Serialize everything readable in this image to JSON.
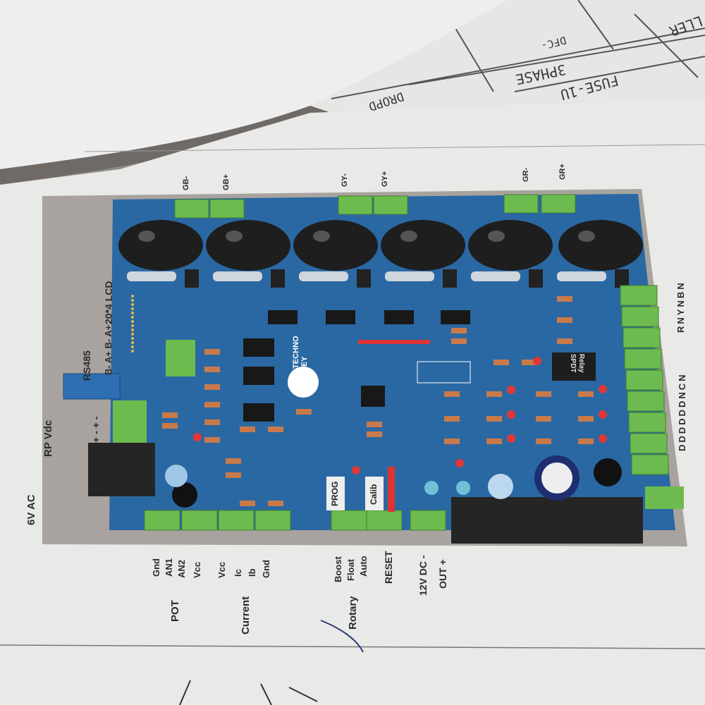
{
  "background_paper": {
    "labels": [
      "3PHASE",
      "FUSE-1U",
      "DROPD",
      "LLER",
      "DFC-"
    ]
  },
  "board": {
    "brand": "THE TECHNO VALLEY",
    "prog_label": "PROG",
    "calib_label": "Calib",
    "relay_label": "Relay SPDT",
    "colors": {
      "pcb": "#2a68a3",
      "frame": "#a8a39e",
      "terminal": "#6dbb4f",
      "inductor": "#1e1e1e"
    }
  },
  "top_labels": [
    "GB-",
    "GB+",
    "GY-",
    "GY+",
    "GR-",
    "GR+"
  ],
  "left_labels": {
    "ac": "6V AC",
    "rp_vdc": "RP  Vdc",
    "polarity": "+ - + -",
    "rs485": "RS485",
    "rs485_pins": "B- A+ B- A+",
    "lcd": "20*4 LCD"
  },
  "right_labels": {
    "phases": "RNYNBN",
    "relay_pins": "DDDDDDNCN"
  },
  "bottom_labels": {
    "pot_pins": [
      "Gnd",
      "AN1",
      "AN2",
      "Vcc"
    ],
    "pot": "POT",
    "current_pins": [
      "Vcc",
      "Ic",
      "Ib",
      "Gnd"
    ],
    "current": "Current",
    "rotary_pins": [
      "Boost",
      "Float",
      "Auto"
    ],
    "rotary": "Rotary",
    "reset": "RESET",
    "dc_out": "12V DC -",
    "out": "OUT +"
  }
}
